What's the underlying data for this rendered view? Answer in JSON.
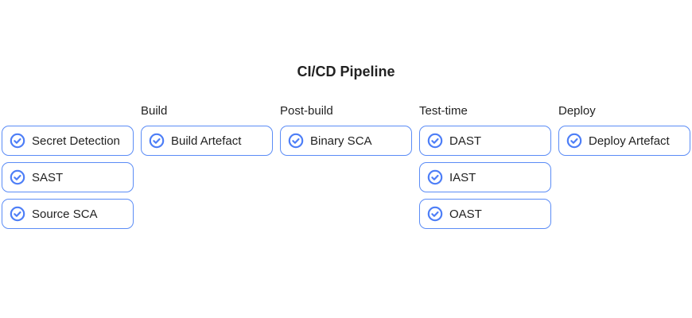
{
  "title": "CI/CD Pipeline",
  "accent_color": "#4d7ef7",
  "stages": [
    {
      "label": "",
      "items": [
        "Secret Detection",
        "SAST",
        "Source SCA"
      ]
    },
    {
      "label": "Build",
      "items": [
        "Build Artefact"
      ]
    },
    {
      "label": "Post-build",
      "items": [
        "Binary SCA"
      ]
    },
    {
      "label": "Test-time",
      "items": [
        "DAST",
        "IAST",
        "OAST"
      ]
    },
    {
      "label": "Deploy",
      "items": [
        "Deploy Artefact"
      ]
    }
  ]
}
